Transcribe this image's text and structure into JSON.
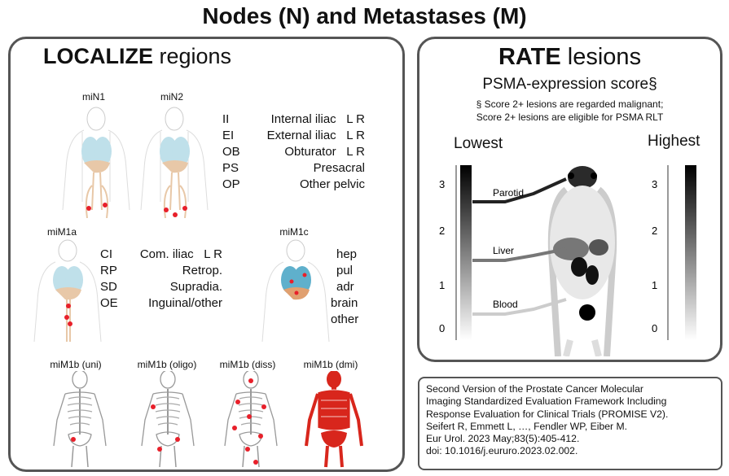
{
  "title": "Nodes (N) and Metastases (M)",
  "localize": {
    "heading_bold": "LOCALIZE",
    "heading_rest": " regions",
    "n_figures": [
      "miN1",
      "miN2"
    ],
    "n_legend": [
      {
        "abbr": "II",
        "name": "Internal iliac",
        "side": "L  R"
      },
      {
        "abbr": "EI",
        "name": "External iliac",
        "side": "L  R"
      },
      {
        "abbr": "OB",
        "name": "Obturator",
        "side": "L  R"
      },
      {
        "abbr": "PS",
        "name": "Presacral",
        "side": ""
      },
      {
        "abbr": "OP",
        "name": "Other pelvic",
        "side": ""
      }
    ],
    "m1a_figure": "miM1a",
    "m1a_legend": [
      {
        "abbr": "CI",
        "name": "Com. iliac",
        "side": "L  R"
      },
      {
        "abbr": "RP",
        "name": "Retrop.",
        "side": ""
      },
      {
        "abbr": "SD",
        "name": "Supradia.",
        "side": ""
      },
      {
        "abbr": "OE",
        "name": "Inguinal/other",
        "side": ""
      }
    ],
    "m1c_figure": "miM1c",
    "m1c_legend": [
      "hep",
      "pul",
      "adr",
      "brain",
      "other"
    ],
    "m1b_figures": [
      "miM1b (uni)",
      "miM1b (oligo)",
      "miM1b (diss)",
      "miM1b (dmi)"
    ]
  },
  "rate": {
    "heading_bold": "RATE",
    "heading_rest": " lesions",
    "subtitle": "PSMA-expression score§",
    "note_line1": "§ Score 2+ lesions are regarded malignant;",
    "note_line2": "Score 2+ lesions are eligible for PSMA RLT",
    "lowest": "Lowest",
    "highest": "Highest",
    "scale": [
      "3",
      "2",
      "1",
      "0"
    ],
    "organs": [
      "Parotid",
      "Liver",
      "Blood"
    ]
  },
  "reference": [
    "Second Version of the Prostate Cancer Molecular",
    "Imaging Standardized Evaluation Framework Including",
    "Response Evaluation for Clinical Trials (PROMISE V2).",
    "Seifert R, Emmett L, …, Fendler WP, Eiber M.",
    "Eur Urol. 2023 May;83(5):405-412.",
    "doi: 10.1016/j.eururo.2023.02.002."
  ],
  "colors": {
    "panel_border": "#555555",
    "lesion": "#e8202a",
    "lung": "#bfe0ea",
    "liver": "#e8c8a8",
    "dmi_red": "#d8261c"
  }
}
